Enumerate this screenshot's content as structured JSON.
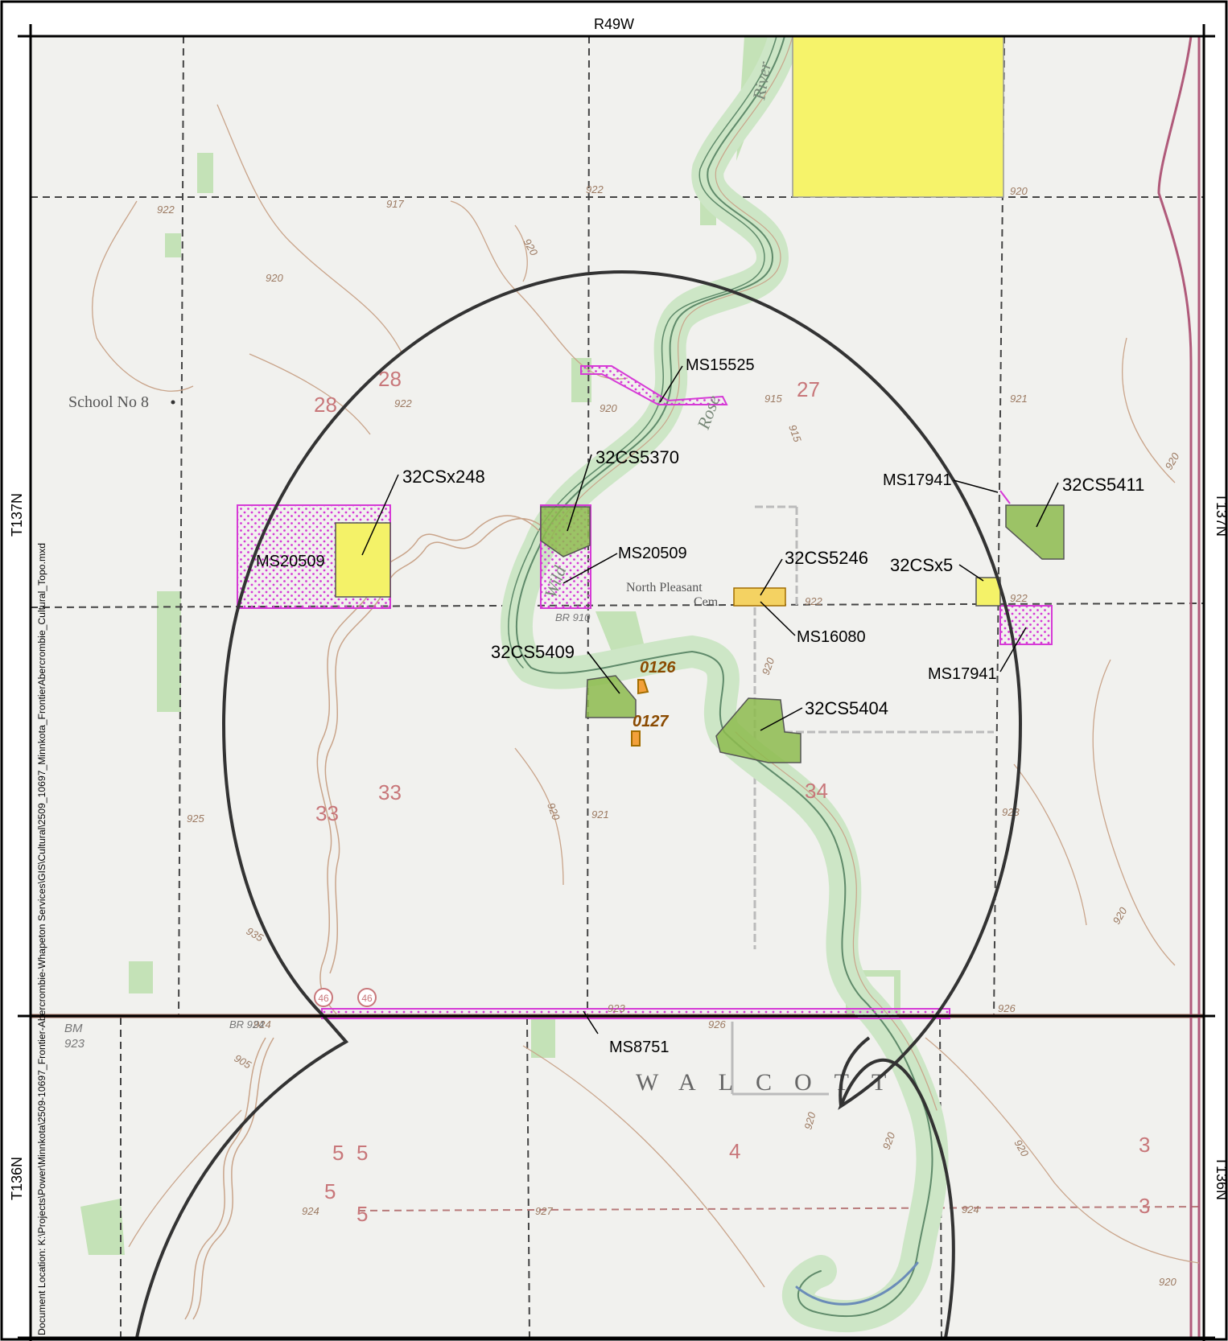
{
  "map": {
    "range_label": "R49W",
    "township_labels": {
      "north_left": "T137N",
      "north_right": "T137N",
      "south_left": "T136N",
      "south_right": "T136N"
    },
    "document_location": "Document Location: K:\\Projects\\Power\\Minnkota\\2509-10697_Frontier-Abercrombie-Whapeton Services\\GIS\\Cultural\\2509_10697_Minnkota_FrontierAbercrombie_Cultural_Topo.mxd",
    "section_numbers": [
      "28",
      "28",
      "27",
      "33",
      "33",
      "34",
      "5",
      "5",
      "5",
      "5",
      "4",
      "3",
      "3"
    ],
    "place_names": {
      "school": "School No 8",
      "cemetery_1": "North Pleasant",
      "cemetery_2": "Cem",
      "township": "WALCOTT",
      "river": "River",
      "river2": "Rose",
      "river3": "Wild"
    },
    "elevations": [
      "917",
      "922",
      "920",
      "920",
      "920",
      "922",
      "922",
      "920",
      "915",
      "915",
      "921",
      "920",
      "922",
      "922",
      "920",
      "920",
      "921",
      "925",
      "923",
      "920",
      "935",
      "924",
      "905",
      "923",
      "926",
      "926",
      "920",
      "920",
      "924",
      "927",
      "924",
      "920",
      "920"
    ],
    "benchmark": {
      "line1": "BM",
      "line2": "923"
    },
    "road_labels": [
      "46",
      "46",
      "BR 924",
      "BR 910"
    ],
    "site_labels": {
      "ms15525": "MS15525",
      "s32cs5370": "32CS5370",
      "s32csx248": "32CSx248",
      "ms20509_left": "MS20509",
      "ms20509_mid": "MS20509",
      "ms17941_top": "MS17941",
      "s32cs5411": "32CS5411",
      "s32cs5246": "32CS5246",
      "s32csx5": "32CSx5",
      "ms16080": "MS16080",
      "s32cs5409": "32CS5409",
      "ms17941_bottom": "MS17941",
      "s32cs5404": "32CS5404",
      "ms8751": "MS8751"
    },
    "isolates": {
      "i0126": "0126",
      "i0127": "0127"
    },
    "colors": {
      "site_green": "#8dbb4e",
      "survey_yellow": "#f4f268",
      "survey_outline": "#d63ad6",
      "isolate_orange": "#f2a03a",
      "veg_green": "#bfe0b0",
      "contour_brown": "#c9a48a",
      "river_line": "#5f8a6a"
    }
  }
}
